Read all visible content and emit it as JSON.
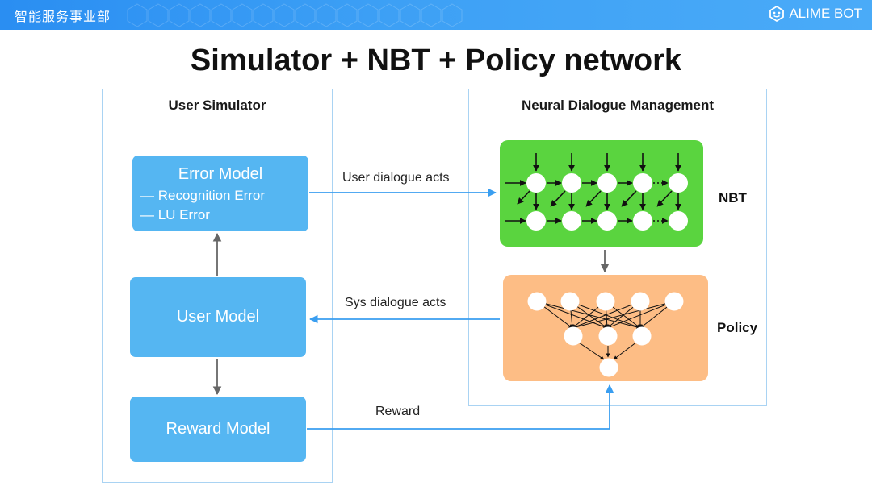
{
  "header": {
    "org": "智能服务事业部",
    "brand": "ALIME BOT",
    "colors": {
      "bar": "#3a9cf4"
    }
  },
  "title": "Simulator + NBT + Policy network",
  "user_simulator": {
    "title": "User Simulator",
    "error_model": {
      "title": "Error Model",
      "items": [
        "— Recognition Error",
        "— LU Error"
      ]
    },
    "user_model": "User Model",
    "reward_model": "Reward Model"
  },
  "dialogue_management": {
    "title": "Neural Dialogue Management",
    "nbt_label": "NBT",
    "policy_label": "Policy"
  },
  "edges": {
    "user_acts": "User dialogue acts",
    "sys_acts": "Sys dialogue acts",
    "reward": "Reward"
  },
  "colors": {
    "node_blue": "#55b6f2",
    "nbt_green": "#5ad43f",
    "policy_orange": "#fdbd85",
    "panel_border": "#a9d3f3",
    "connector_blue": "#3a9ef0"
  }
}
